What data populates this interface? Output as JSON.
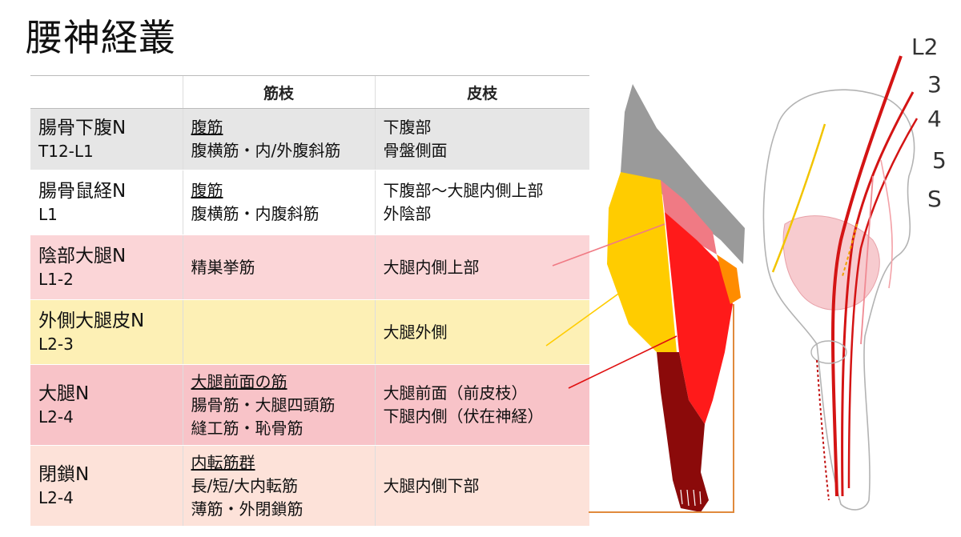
{
  "title": "腰神経叢",
  "table": {
    "headers": [
      "",
      "筋枝",
      "皮枝"
    ],
    "rows": [
      {
        "nerve": "腸骨下腹N",
        "level": "T12-L1",
        "muscle_head": "腹筋",
        "muscle_lines": [
          "腹横筋・内/外腹斜筋"
        ],
        "skin_lines": [
          "下腹部",
          "骨盤側面"
        ]
      },
      {
        "nerve": "腸骨鼠経N",
        "level": "L1",
        "muscle_head": "腹筋",
        "muscle_lines": [
          "腹横筋・内腹斜筋"
        ],
        "skin_lines": [
          "下腹部～大腿内側上部",
          "外陰部"
        ]
      },
      {
        "nerve": "陰部大腿N",
        "level": "L1-2",
        "muscle_head": "",
        "muscle_lines": [
          "精巣挙筋"
        ],
        "skin_lines": [
          "大腿内側上部"
        ]
      },
      {
        "nerve": "外側大腿皮N",
        "level": "L2-3",
        "muscle_head": "",
        "muscle_lines": [],
        "skin_lines": [
          "大腿外側"
        ]
      },
      {
        "nerve": "大腿N",
        "level": "L2-4",
        "muscle_head": "大腿前面の筋",
        "muscle_lines": [
          "腸骨筋・大腿四頭筋",
          "縫工筋・恥骨筋"
        ],
        "skin_lines": [
          "大腿前面（前皮枝）",
          "下腿内側（伏在神経）"
        ]
      },
      {
        "nerve": "閉鎖N",
        "level": "L2-4",
        "muscle_head": "内転筋群",
        "muscle_lines": [
          "長/短/大内転筋",
          "薄筋・外閉鎖筋"
        ],
        "skin_lines": [
          "大腿内側下部"
        ]
      }
    ]
  },
  "diagram": {
    "root_labels": [
      "L2",
      "3",
      "4",
      "5",
      "S"
    ],
    "colors": {
      "iliohypogastric": "#9a9a9a",
      "ilioinguinal": "#f07a84",
      "genitofemoral": "#f6a9b0",
      "lateral_femoral_cutaneous": "#ffcc00",
      "femoral": "#ff1a1a",
      "obturator": "#ff8c00",
      "leg_lower": "#8b0a0a"
    }
  }
}
